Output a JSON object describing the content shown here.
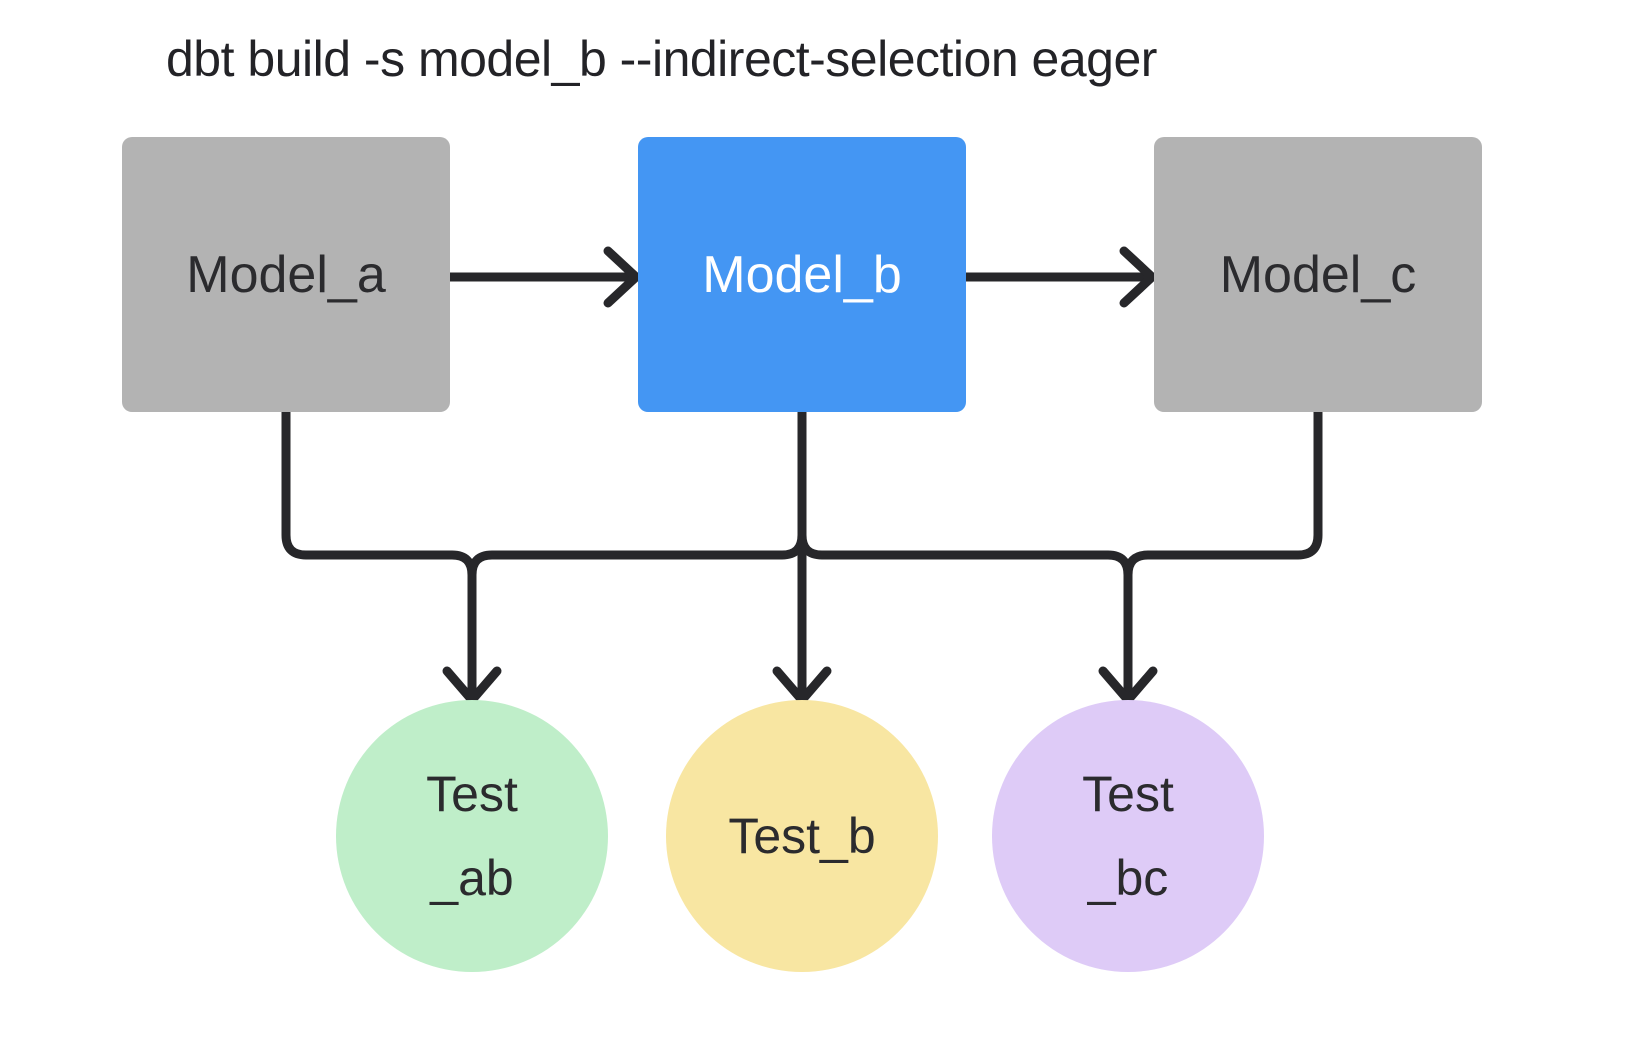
{
  "title": "dbt build -s model_b --indirect-selection eager",
  "colors": {
    "title-color": "#232327",
    "edge-color": "#27272a",
    "model-default": "#b3b3b3",
    "model-selected": "#4496f3",
    "model-text": "#2b2b2e",
    "model-selected-text": "#ffffff",
    "test-text": "#2b2b2e",
    "test-ab-bg": "#bfeec9",
    "test-b-bg": "#f8e6a2",
    "test-bc-bg": "#decbf7"
  },
  "models": {
    "a": {
      "label": "Model_a"
    },
    "b": {
      "label": "Model_b"
    },
    "c": {
      "label": "Model_c"
    }
  },
  "tests": {
    "ab": {
      "lines": [
        "Test",
        "_ab"
      ]
    },
    "b": {
      "lines": [
        "Test_b"
      ]
    },
    "bc": {
      "lines": [
        "Test",
        "_bc"
      ]
    }
  }
}
